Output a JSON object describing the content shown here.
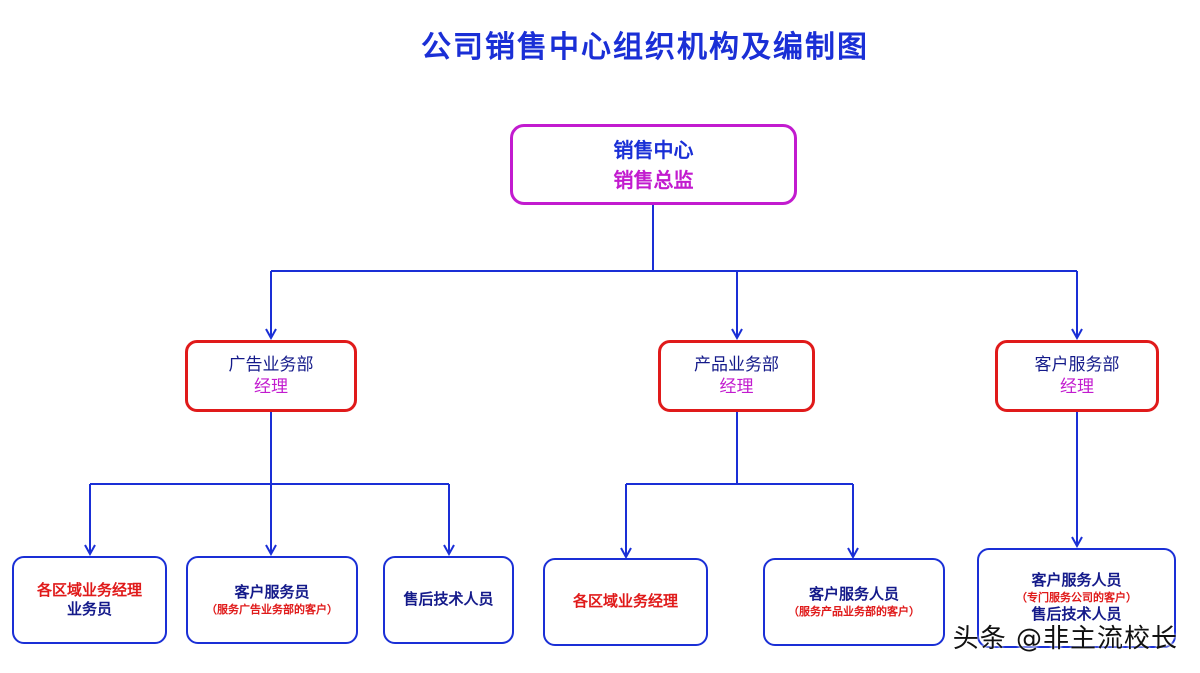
{
  "title": "公司销售中心组织机构及编制图",
  "watermark": "头条 @非主流校长",
  "colors": {
    "title": "#1a2fd6",
    "line": "#1a2fd6",
    "root_border": "#c21bcf",
    "dept_border": "#e01a1a",
    "leaf_border": "#1a2fd6",
    "blue_text": "#1a2fd6",
    "magenta_text": "#c21bcf",
    "red_text": "#e01a1a",
    "dark_text": "#141a8a"
  },
  "root": {
    "line1": "销售中心",
    "line2": "销售总监"
  },
  "departments": [
    {
      "name": "广告业务部",
      "role": "经理"
    },
    {
      "name": "产品业务部",
      "role": "经理"
    },
    {
      "name": "客户服务部",
      "role": "经理"
    }
  ],
  "staff": {
    "ad_regional": {
      "line1": "各区域业务经理",
      "line2": "业务员"
    },
    "ad_service": {
      "line1": "客户服务员",
      "note": "（服务广告业务部的客户）"
    },
    "ad_aftersales": {
      "line1": "售后技术人员"
    },
    "prod_regional": {
      "line1": "各区域业务经理"
    },
    "prod_service": {
      "line1": "客户服务人员",
      "note": "（服务产品业务部的客户）"
    },
    "cs_staff": {
      "line1": "客户服务人员",
      "note": "（专门服务公司的客户）",
      "line3": "售后技术人员"
    }
  }
}
